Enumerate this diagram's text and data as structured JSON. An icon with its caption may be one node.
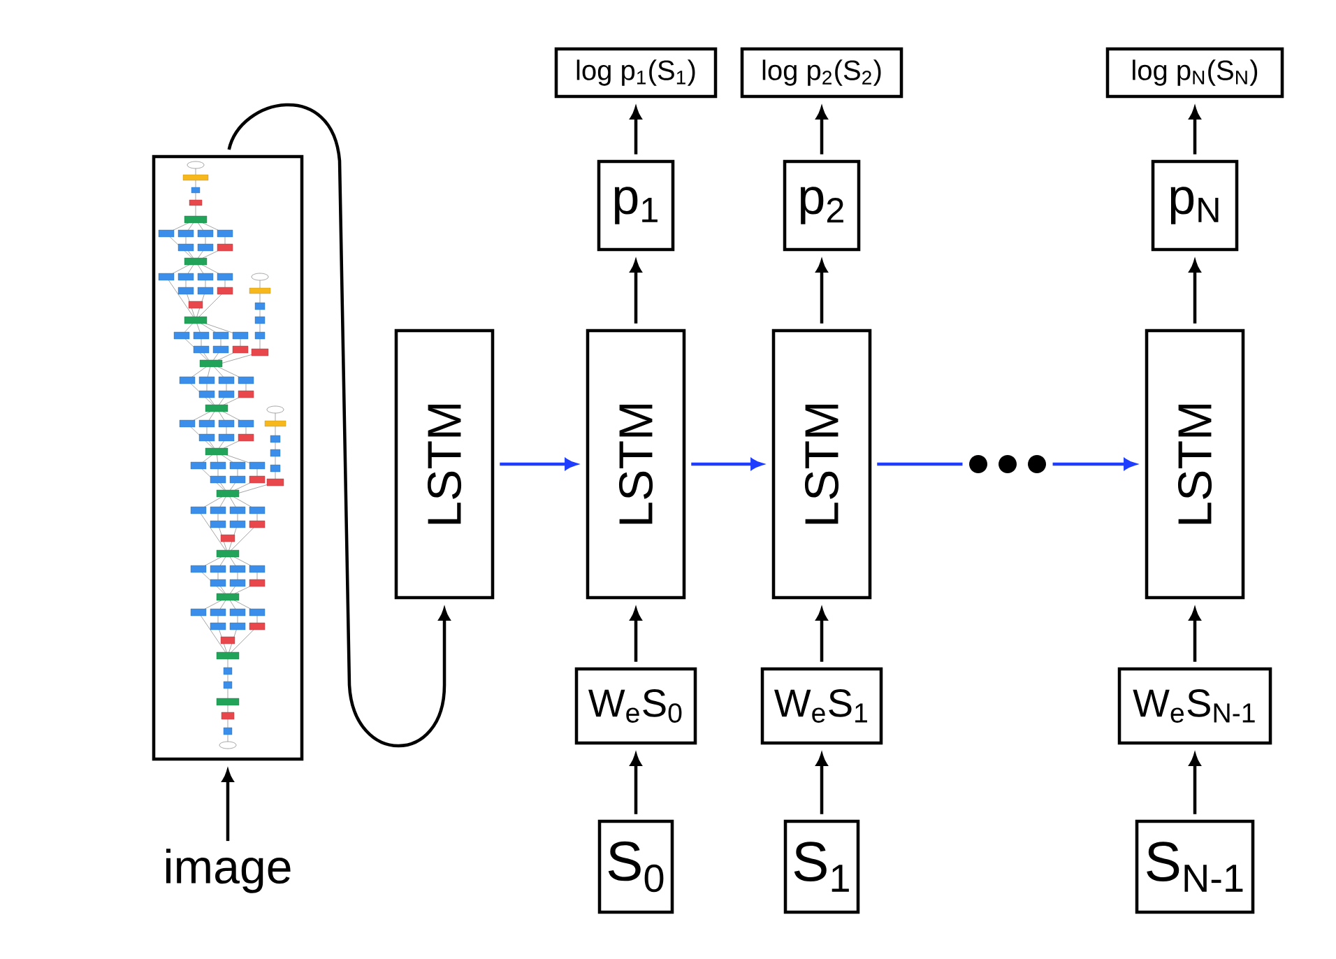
{
  "diagram": {
    "nodes": [
      {
        "text": [
          "log p$_{1}$(S$_{1}$)"
        ]
      },
      {
        "text": [
          "log p$_{2}$(S$_{2}$)"
        ]
      },
      {
        "text": [
          "log p$_{N}$(S$_{N}$)"
        ]
      },
      {
        "text": [
          "p$_{1}$"
        ]
      },
      {
        "text": [
          "p$_{2}$"
        ]
      },
      {
        "text": [
          "p$_{N}$"
        ]
      },
      {
        "text": [],
        "shape": "picture"
      },
      {
        "text": [
          "LSTM"
        ]
      },
      {
        "text": [
          "LSTM"
        ]
      },
      {
        "text": [
          "LSTM"
        ]
      },
      {
        "text": [],
        "shape": "dots"
      },
      {
        "text": [
          "LSTM"
        ]
      },
      {
        "text": [
          "W$_{e}$S$_{0}$"
        ]
      },
      {
        "text": [
          "W$_{e}$S$_{1}$"
        ]
      },
      {
        "text": [
          "W$_{e}$S$_{N-1}$"
        ]
      },
      {
        "text": [
          "S$_{0}$"
        ]
      },
      {
        "text": [
          "S$_{1}$"
        ]
      },
      {
        "text": [
          "S$_{N-1}$"
        ]
      },
      {
        "text": [
          "image"
        ]
      }
    ],
    "edges": [
      {
        "from": 18,
        "to": 6,
        "arrow": "to"
      },
      {
        "from": 6,
        "to": 7,
        "arrow": "to"
      },
      {
        "from": 7,
        "to": 8,
        "arrow": "to",
        "color": "#1f3dff"
      },
      {
        "from": 8,
        "to": 9,
        "arrow": "to",
        "color": "#1f3dff"
      },
      {
        "from": 9,
        "to": 10,
        "arrow": "none",
        "color": "#1f3dff"
      },
      {
        "from": 10,
        "to": 11,
        "arrow": "to",
        "color": "#1f3dff"
      },
      {
        "from": 15,
        "to": 12,
        "arrow": "to"
      },
      {
        "from": 16,
        "to": 13,
        "arrow": "to"
      },
      {
        "from": 17,
        "to": 14,
        "arrow": "to"
      },
      {
        "from": 12,
        "to": 8,
        "arrow": "to"
      },
      {
        "from": 13,
        "to": 9,
        "arrow": "to"
      },
      {
        "from": 14,
        "to": 11,
        "arrow": "to"
      },
      {
        "from": 8,
        "to": 3,
        "arrow": "to"
      },
      {
        "from": 9,
        "to": 4,
        "arrow": "to"
      },
      {
        "from": 11,
        "to": 5,
        "arrow": "to"
      },
      {
        "from": 3,
        "to": 0,
        "arrow": "to"
      },
      {
        "from": 4,
        "to": 1,
        "arrow": "to"
      },
      {
        "from": 5,
        "to": 2,
        "arrow": "to"
      }
    ]
  }
}
